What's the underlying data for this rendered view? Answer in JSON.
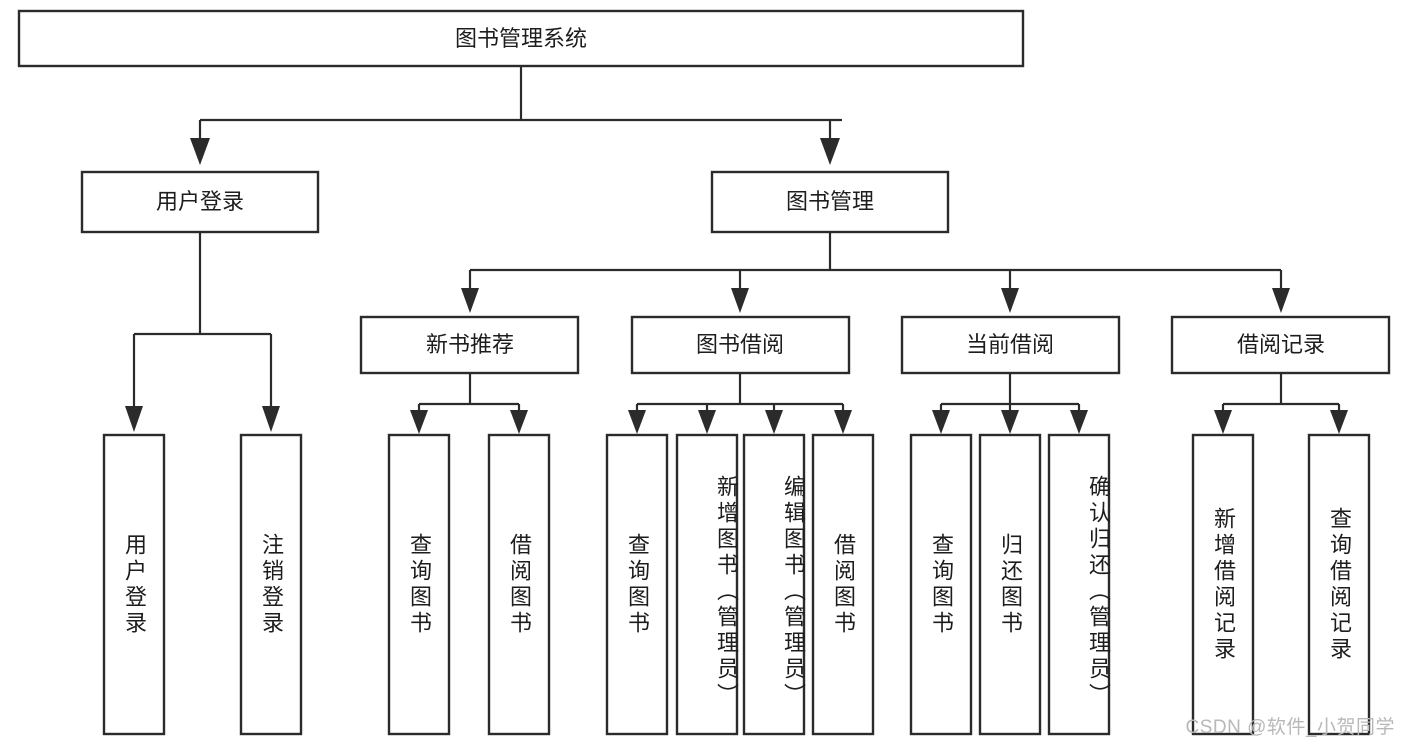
{
  "diagram": {
    "title": "图书管理系统",
    "type": "tree-hierarchy",
    "orientation": "top-down",
    "colors": {
      "box_stroke": "#2b2b2b",
      "box_fill": "#ffffff",
      "connector": "#2b2b2b",
      "label_text": "#1d1d1d",
      "watermark_text": "#b8b8b8",
      "background": "#ffffff"
    }
  },
  "root": {
    "label": "图书管理系统"
  },
  "level2": [
    {
      "id": "user-login",
      "label": "用户登录"
    },
    {
      "id": "book-management",
      "label": "图书管理"
    }
  ],
  "level3": [
    {
      "id": "new-book-recommend",
      "label": "新书推荐",
      "parent": "book-management"
    },
    {
      "id": "book-borrow",
      "label": "图书借阅",
      "parent": "book-management"
    },
    {
      "id": "current-borrow",
      "label": "当前借阅",
      "parent": "book-management"
    },
    {
      "id": "borrow-record",
      "label": "借阅记录",
      "parent": "book-management"
    }
  ],
  "leaves": {
    "user_login": [
      {
        "id": "leaf-user-login",
        "label": "用户登录"
      },
      {
        "id": "leaf-logout-login",
        "label": "注销登录"
      }
    ],
    "new_book_recommend": [
      {
        "id": "leaf-query-book-1",
        "label": "查询图书"
      },
      {
        "id": "leaf-borrow-book-1",
        "label": "借阅图书"
      }
    ],
    "book_borrow": [
      {
        "id": "leaf-query-book-2",
        "label": "查询图书"
      },
      {
        "id": "leaf-add-book",
        "label": "新增图书（管理员）"
      },
      {
        "id": "leaf-edit-book",
        "label": "编辑图书（管理员）"
      },
      {
        "id": "leaf-borrow-book-2",
        "label": "借阅图书"
      }
    ],
    "current_borrow": [
      {
        "id": "leaf-query-book-3",
        "label": "查询图书"
      },
      {
        "id": "leaf-return-book",
        "label": "归还图书"
      },
      {
        "id": "leaf-confirm-return",
        "label": "确认归还（管理员）"
      }
    ],
    "borrow_record": [
      {
        "id": "leaf-add-borrow-record",
        "label": "新增借阅记录"
      },
      {
        "id": "leaf-query-borrow-record",
        "label": "查询借阅记录"
      }
    ]
  },
  "watermark": {
    "text": "CSDN @软件_小贺同学"
  }
}
